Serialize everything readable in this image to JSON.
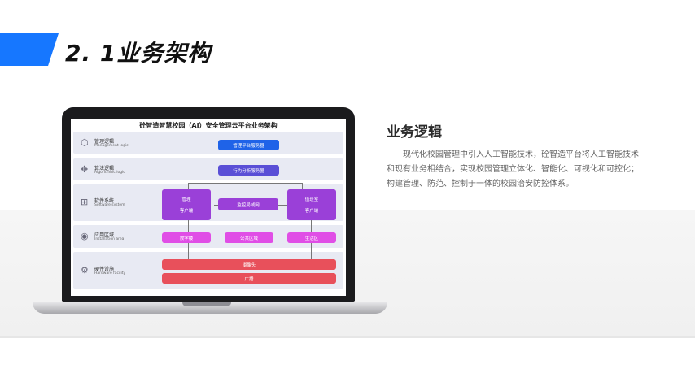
{
  "slide": {
    "title": "2. 1业务架构"
  },
  "diagram": {
    "title": "砼智造智慧校园（AI）安全管理云平台业务架构",
    "layers": [
      {
        "icon": "cube-icon",
        "name_cn": "管理逻辑",
        "name_en": "Management logic"
      },
      {
        "icon": "move-arrows-icon",
        "name_cn": "算法逻辑",
        "name_en": "Algorithmic logic"
      },
      {
        "icon": "grid-icon",
        "name_cn": "软件系统",
        "name_en": "Software system"
      },
      {
        "icon": "location-pin-icon",
        "name_cn": "应用区域",
        "name_en": "Installation area"
      },
      {
        "icon": "chip-icon",
        "name_cn": "硬件设施",
        "name_en": "Hardware facility"
      }
    ],
    "nodes": {
      "management_server": "管理平台服务器",
      "analysis_server": "行为分析服务器",
      "admin_client_l1": "管理",
      "admin_client_l2": "客户端",
      "lan": "监控局域网",
      "duty_client_l1": "值班室",
      "duty_client_l2": "客户端",
      "teaching_building": "教学楼",
      "public_area": "公共区域",
      "living_area": "生活区",
      "camera": "摄像头",
      "broadcast": "广播"
    },
    "colors": {
      "server": "#1f63e8",
      "algorithm": "#5a4fd6",
      "software": "#9a40d8",
      "area": "#e04ee6",
      "hardware": "#e8505b",
      "layer_bg": "#e8eaf3"
    }
  },
  "side": {
    "heading": "业务逻辑",
    "body": "现代化校园管理中引入人工智能技术，砼智造平台将人工智能技术和现有业务相结合，实现校园管理立体化、智能化、可视化和可控化；构建管理、防范、控制于一体的校园治安防控体系。"
  },
  "theme": {
    "accent": "#1677ff"
  }
}
